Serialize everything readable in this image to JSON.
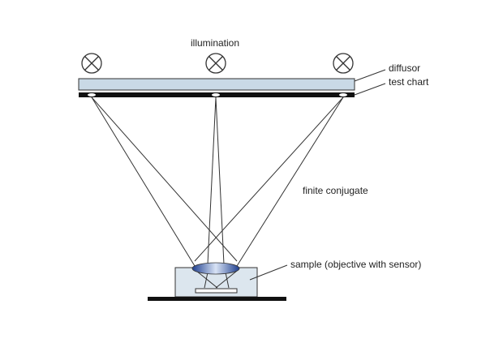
{
  "labels": {
    "illumination": "illumination",
    "diffusor": "diffusor",
    "test_chart": "test chart",
    "finite_conjugate": "finite conjugate",
    "sample": "sample (objective with sensor)"
  },
  "icons": {
    "lamp": "lamp-cross-circle-icon"
  },
  "colors": {
    "diffusor_fill": "#c9d9e6",
    "outline": "#333333",
    "chart_bar": "#111111",
    "housing_fill": "#dce6ee",
    "lens_dark": "#1f3f8f",
    "lens_light": "#d8e3f5",
    "ray": "#333333",
    "base": "#111111"
  }
}
